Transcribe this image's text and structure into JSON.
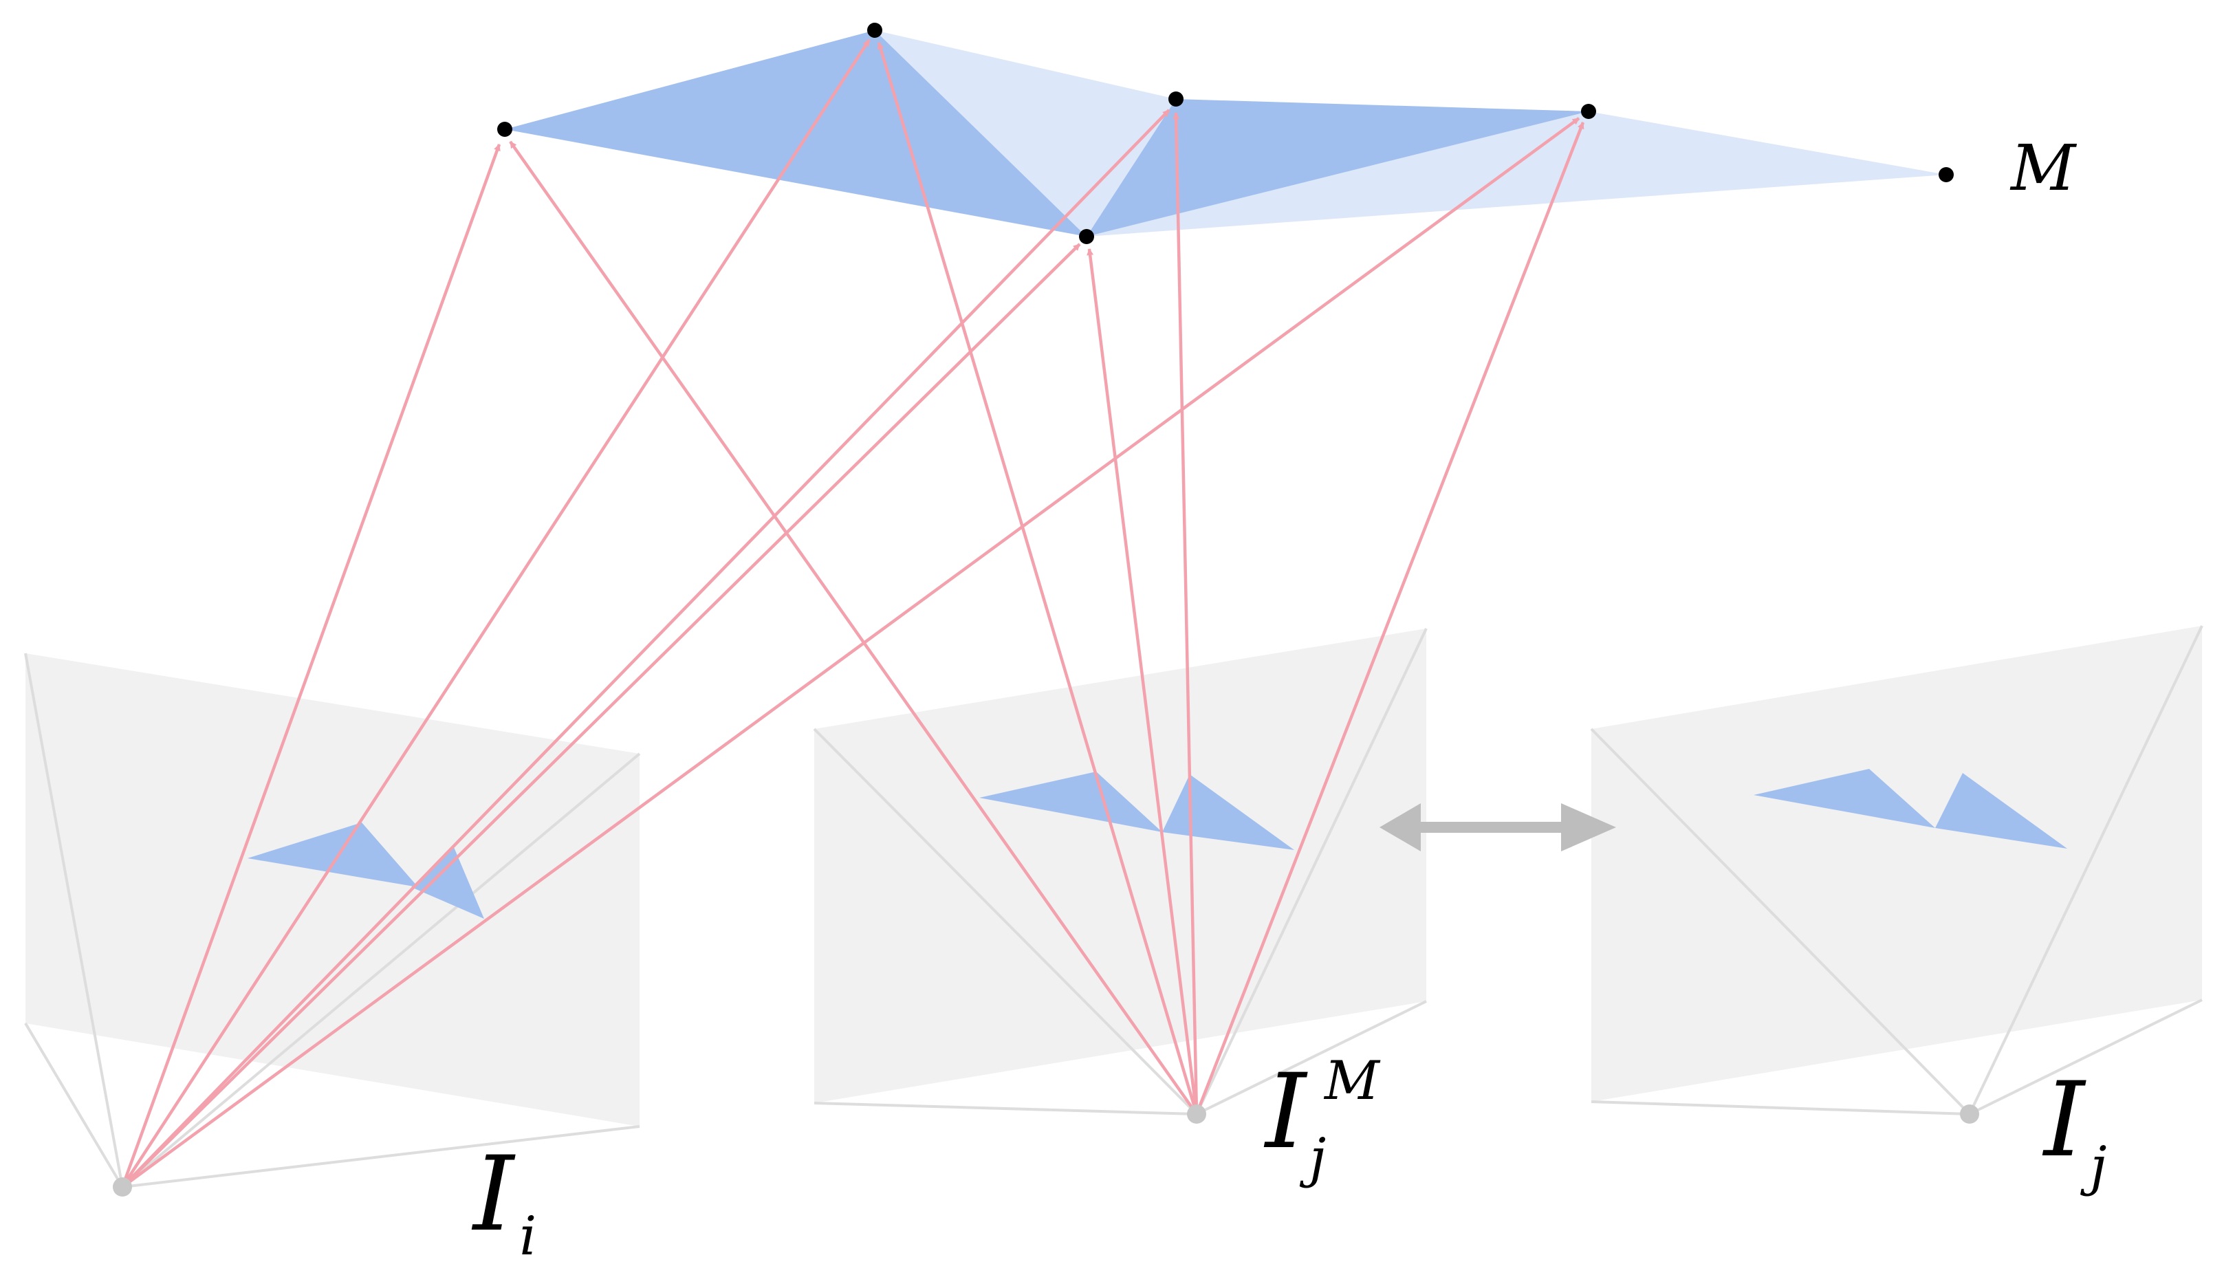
{
  "labels": {
    "image_i": {
      "base": "I",
      "sub": "i"
    },
    "image_jm": {
      "base": "I",
      "sub": "j",
      "sup": "M"
    },
    "image_j": {
      "base": "I",
      "sub": "j"
    },
    "mesh": "M"
  },
  "colors": {
    "ray": "#f3a1ac",
    "mesh_front": "#a1bfee",
    "mesh_back": "#dce7f9",
    "image_plane": "#f1f1f1",
    "frustum_edge": "#dddddd",
    "camera_center": "#c8c8c8",
    "vertex": "#000000",
    "compare_arrow": "#bdbdbd",
    "label": "#000000"
  },
  "icons": {
    "compare": "double-headed-arrow"
  }
}
